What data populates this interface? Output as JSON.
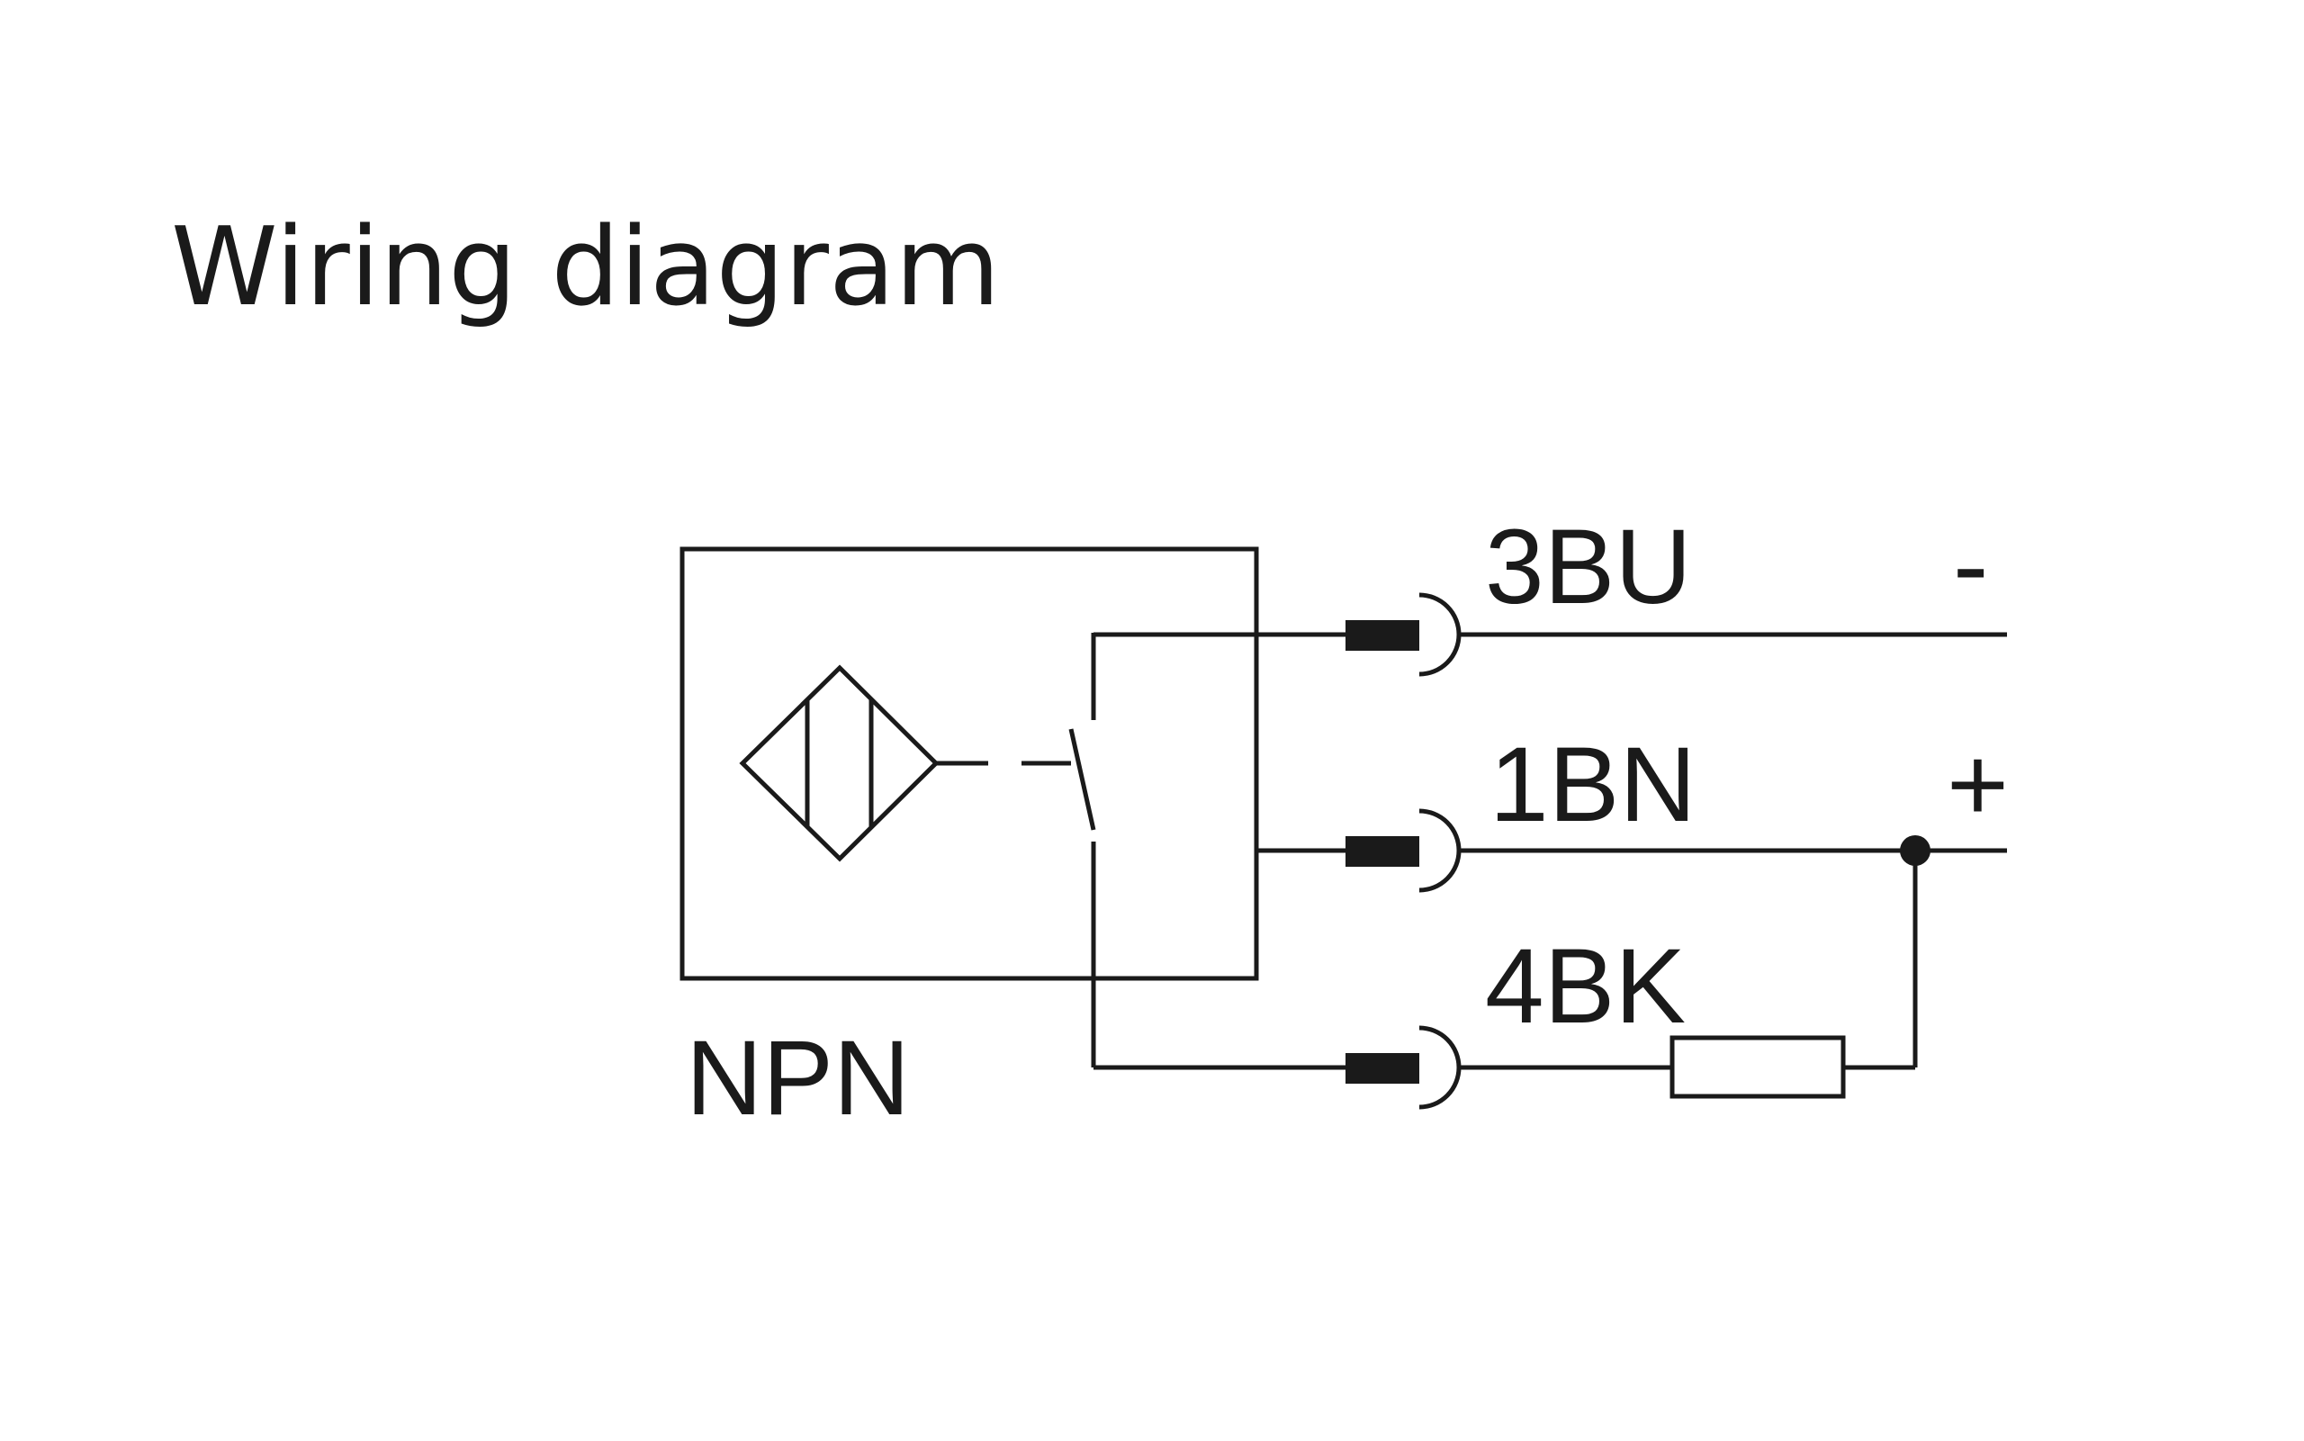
{
  "title": "Wiring diagram",
  "sensor_type": "NPN",
  "wires": [
    {
      "id": "blue",
      "label": "3BU",
      "polarity": "-"
    },
    {
      "id": "brown",
      "label": "1BN",
      "polarity": "+"
    },
    {
      "id": "black",
      "label": "4BK",
      "polarity": ""
    }
  ],
  "colors": {
    "line": "#1a1a1a",
    "background": "#ffffff"
  }
}
